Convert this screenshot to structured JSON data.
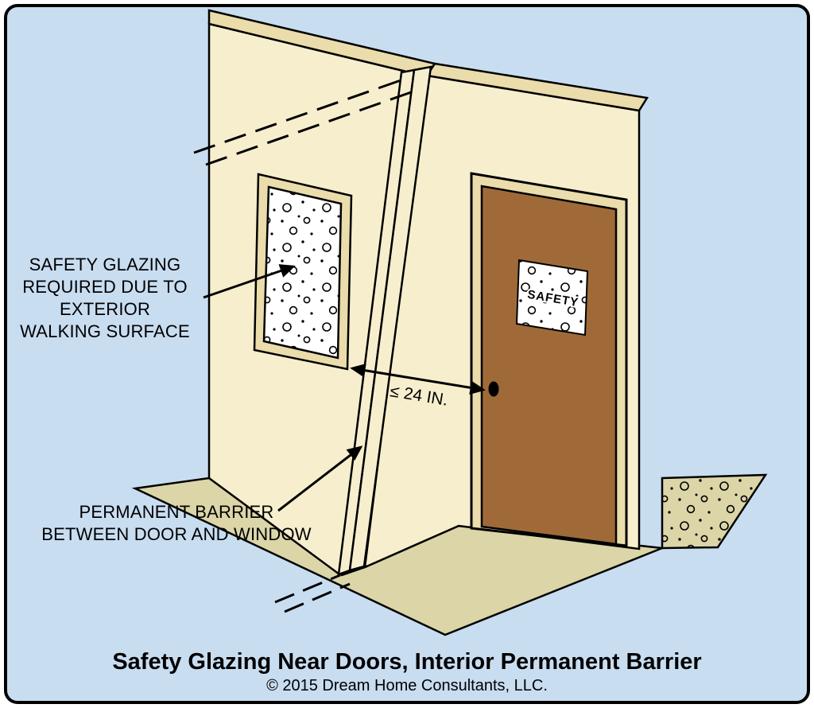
{
  "colors": {
    "background": "#c9ddf1",
    "wall": "#f6eecd",
    "wall_top": "#eadcab",
    "frame": "#eadcab",
    "floor": "#dbd5a8",
    "door": "#a06a38",
    "glass": "#ffffff",
    "line": "#000000"
  },
  "labels": {
    "window_callout": "SAFETY GLAZING\nREQUIRED DUE TO\nEXTERIOR\nWALKING SURFACE",
    "barrier_callout": "PERMANENT BARRIER\nBETWEEN DOOR AND WINDOW",
    "dimension": "≤ 24 IN.",
    "door_glass": "SAFETY"
  },
  "caption": {
    "title": "Safety Glazing Near Doors, Interior Permanent Barrier",
    "copyright": "© 2015 Dream Home Consultants, LLC."
  }
}
